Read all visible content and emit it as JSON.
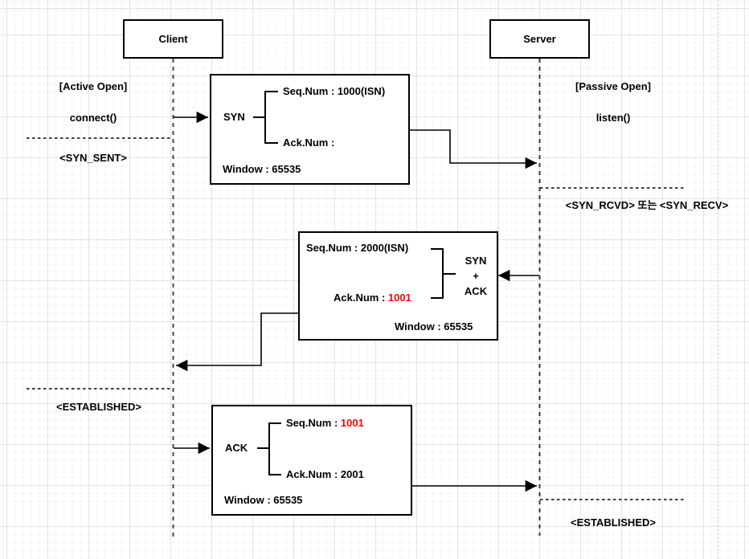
{
  "actors": {
    "client": "Client",
    "server": "Server"
  },
  "client_side": {
    "active_open": "[Active Open]",
    "connect": "connect()",
    "syn_sent": "<SYN_SENT>",
    "established": "<ESTABLISHED>"
  },
  "server_side": {
    "passive_open": "[Passive Open]",
    "listen": "listen()",
    "syn_rcvd": "<SYN_RCVD> 또는 <SYN_RECV>",
    "established": "<ESTABLISHED>"
  },
  "messages": {
    "syn": {
      "flag": "SYN",
      "seq": "Seq.Num : 1000(ISN)",
      "ack": "Ack.Num :",
      "window": "Window : 65535"
    },
    "syn_ack": {
      "flag_lines": [
        "SYN",
        "+",
        "ACK"
      ],
      "seq": "Seq.Num : 2000(ISN)",
      "ack_prefix": "Ack.Num : ",
      "ack_value": "1001",
      "window": "Window : 65535"
    },
    "ack": {
      "flag": "ACK",
      "seq_prefix": "Seq.Num : ",
      "seq_value": "1001",
      "ack": "Ack.Num : 2001",
      "window": "Window : 65535"
    }
  },
  "colors": {
    "stroke": "#000000",
    "highlight_value": "#ff0000",
    "lifeline": "#4a4a4a",
    "grid_major": "#e2e2e2",
    "grid_minor": "#f5f5f5",
    "page_break": "#cfcfcf",
    "box_fill": "#ffffff"
  }
}
